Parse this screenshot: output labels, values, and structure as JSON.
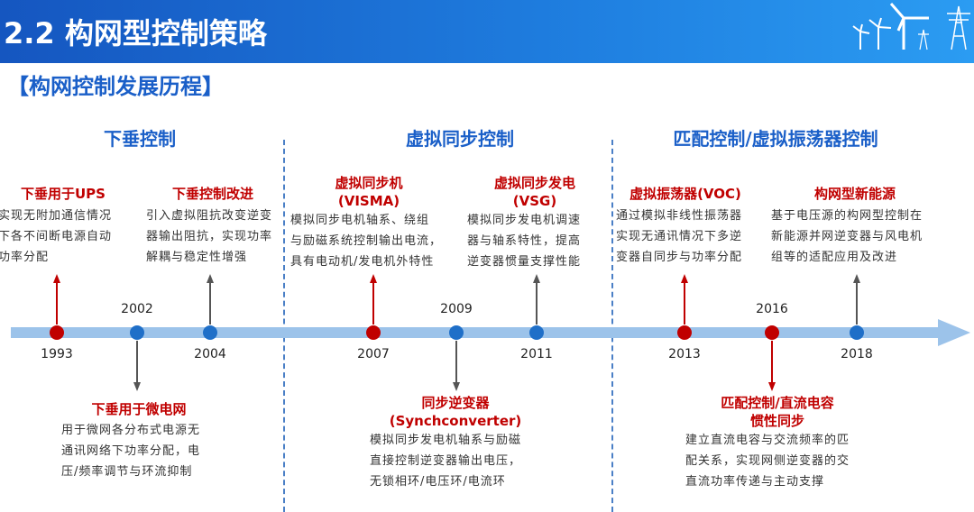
{
  "header": {
    "title": "2.2 构网型控制策略",
    "logo_icon": "wind-turbine-pylon-icon"
  },
  "subtitle": "【构网控制发展历程】",
  "phases": [
    "下垂控制",
    "虚拟同步控制",
    "匹配控制/虚拟振荡器控制"
  ],
  "colors": {
    "header": "#1a5fc8",
    "accent": "#c00000",
    "timeline": "#9cc3ea",
    "blue_dot": "#1f6fc8",
    "red_dot": "#c00000"
  },
  "events": [
    {
      "year": "1993",
      "title": "下垂用于UPS",
      "desc": [
        "实现无附加通信情况",
        "下各不间断电源自动",
        "功率分配"
      ]
    },
    {
      "year": "2002",
      "title": "下垂用于微电网",
      "desc": [
        "用于微网各分布式电源无",
        "通讯网络下功率分配，电",
        "压/频率调节与环流抑制"
      ]
    },
    {
      "year": "2004",
      "title": "下垂控制改进",
      "desc": [
        "引入虚拟阻抗改变逆变",
        "器输出阻抗，实现功率",
        "解耦与稳定性增强"
      ]
    },
    {
      "year": "2007",
      "title": "虚拟同步机",
      "title2": "(VISMA)",
      "desc": [
        "模拟同步电机轴系、绕组",
        "与励磁系统控制输出电流，",
        "具有电动机/发电机外特性"
      ]
    },
    {
      "year": "2009",
      "title": "同步逆变器",
      "title2": "(Synchconverter)",
      "desc": [
        "模拟同步发电机轴系与励磁",
        "直接控制逆变器输出电压，",
        "无锁相环/电压环/电流环"
      ]
    },
    {
      "year": "2011",
      "title": "虚拟同步发电",
      "title2": "(VSG)",
      "desc": [
        "模拟同步发电机调速",
        "器与轴系特性，提高",
        "逆变器惯量支撑性能"
      ]
    },
    {
      "year": "2013",
      "title": "虚拟振荡器(VOC)",
      "desc": [
        "通过模拟非线性振荡器",
        "实现无通讯情况下多逆",
        "变器自同步与功率分配"
      ]
    },
    {
      "year": "2016",
      "title": "匹配控制/直流电容",
      "title2": "惯性同步",
      "desc": [
        "建立直流电容与交流频率的匹",
        "配关系，实现网侧逆变器的交",
        "直流功率传递与主动支撑"
      ]
    },
    {
      "year": "2018",
      "title": "构网型新能源",
      "desc": [
        "基于电压源的构网型控制在",
        "新能源并网逆变器与风电机",
        "组等的适配应用及改进"
      ]
    }
  ]
}
